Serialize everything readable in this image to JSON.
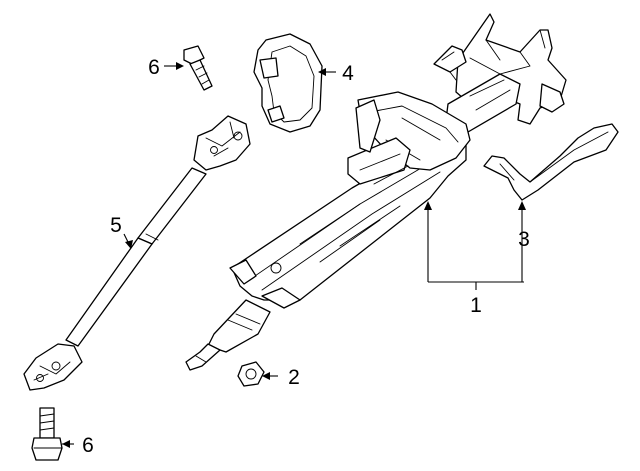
{
  "callouts": [
    {
      "id": "c1",
      "text": "1"
    },
    {
      "id": "c2",
      "text": "2"
    },
    {
      "id": "c3",
      "text": "3"
    },
    {
      "id": "c4",
      "text": "4"
    },
    {
      "id": "c5",
      "text": "5"
    },
    {
      "id": "c6a",
      "text": "6"
    },
    {
      "id": "c6b",
      "text": "6"
    }
  ],
  "colors": {
    "line": "#000000",
    "background": "#ffffff"
  }
}
